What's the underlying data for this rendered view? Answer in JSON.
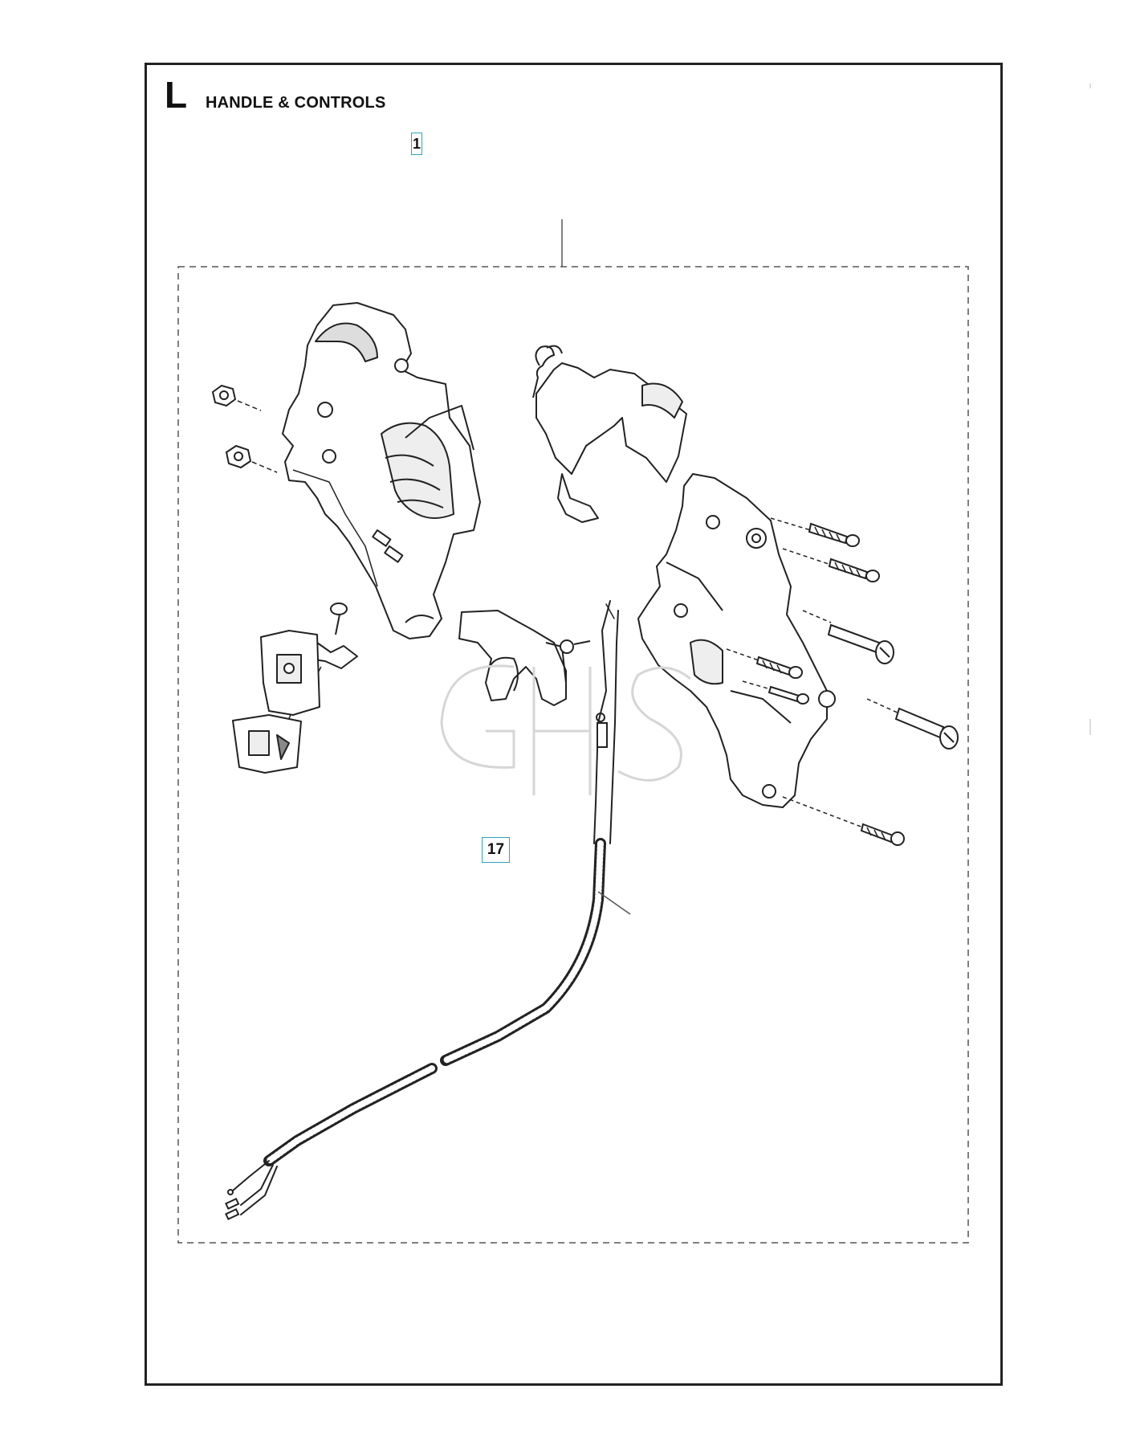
{
  "section": {
    "letter": "L",
    "title": "HANDLE & CONTROLS"
  },
  "callouts": [
    {
      "id": "1",
      "target": "handle-assembly-kit"
    },
    {
      "id": "17",
      "target": "cable-harness"
    }
  ],
  "watermark": {
    "text": "GHS"
  },
  "colors": {
    "callout_border": "#2aa7b5",
    "line": "#222222",
    "watermark": "#d6d6d6"
  },
  "icons": [
    "nut-icon",
    "screw-icon",
    "spring-icon",
    "switch-icon",
    "cable-icon"
  ]
}
